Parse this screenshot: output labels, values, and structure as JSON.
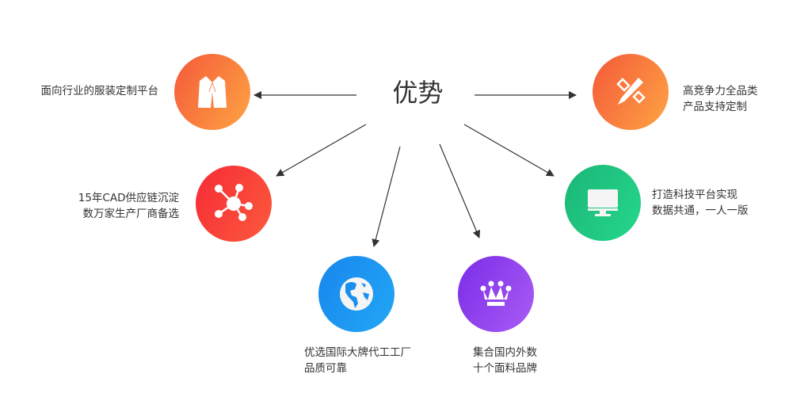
{
  "title": "优势",
  "items": [
    {
      "id": "custom",
      "lines": [
        "面向行业的服装定制平台"
      ],
      "icon": "jacket-icon",
      "colors": [
        "#f4593a",
        "#fea443"
      ]
    },
    {
      "id": "cad",
      "lines": [
        "15年CAD供应链沉淀",
        "数万家生产厂商备选"
      ],
      "icon": "network-icon",
      "colors": [
        "#f62b37",
        "#fc5a3c"
      ]
    },
    {
      "id": "oem",
      "lines": [
        "优选国际大牌代工工厂",
        "品质可靠"
      ],
      "icon": "globe-icon",
      "colors": [
        "#1886ee",
        "#22a7f5"
      ]
    },
    {
      "id": "fabric",
      "lines": [
        "集合国内外数",
        "十个面料品牌"
      ],
      "icon": "crown-icon",
      "colors": [
        "#7a2ce8",
        "#aa5cf5"
      ]
    },
    {
      "id": "tech",
      "lines": [
        "打造科技平台实现",
        "数据共通，一人一版"
      ],
      "icon": "monitor-icon",
      "colors": [
        "#1bb677",
        "#25d78b"
      ]
    },
    {
      "id": "category",
      "lines": [
        "高竞争力全品类",
        "产品支持定制"
      ],
      "icon": "pencil-ruler-icon",
      "colors": [
        "#f4593a",
        "#fea443"
      ]
    }
  ]
}
